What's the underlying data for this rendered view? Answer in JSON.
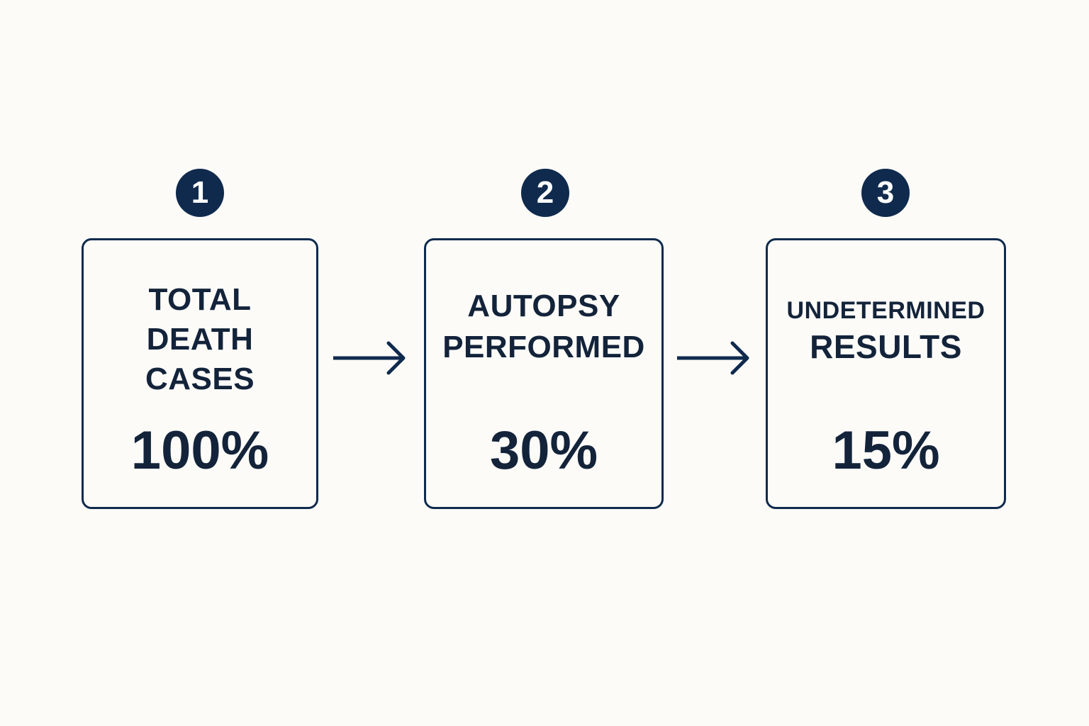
{
  "steps": [
    {
      "number": "1",
      "label_lines": [
        "TOTAL",
        "DEATH",
        "CASES"
      ],
      "value": "100%"
    },
    {
      "number": "2",
      "label_lines": [
        "AUTOPSY",
        "PERFORMED"
      ],
      "value": "30%"
    },
    {
      "number": "3",
      "label_lines": [
        "UNDETERMINED",
        "RESULTS"
      ],
      "value": "15%"
    }
  ],
  "colors": {
    "background": "#fcfbf8",
    "accent": "#0f2a4d",
    "text": "#13233a"
  }
}
